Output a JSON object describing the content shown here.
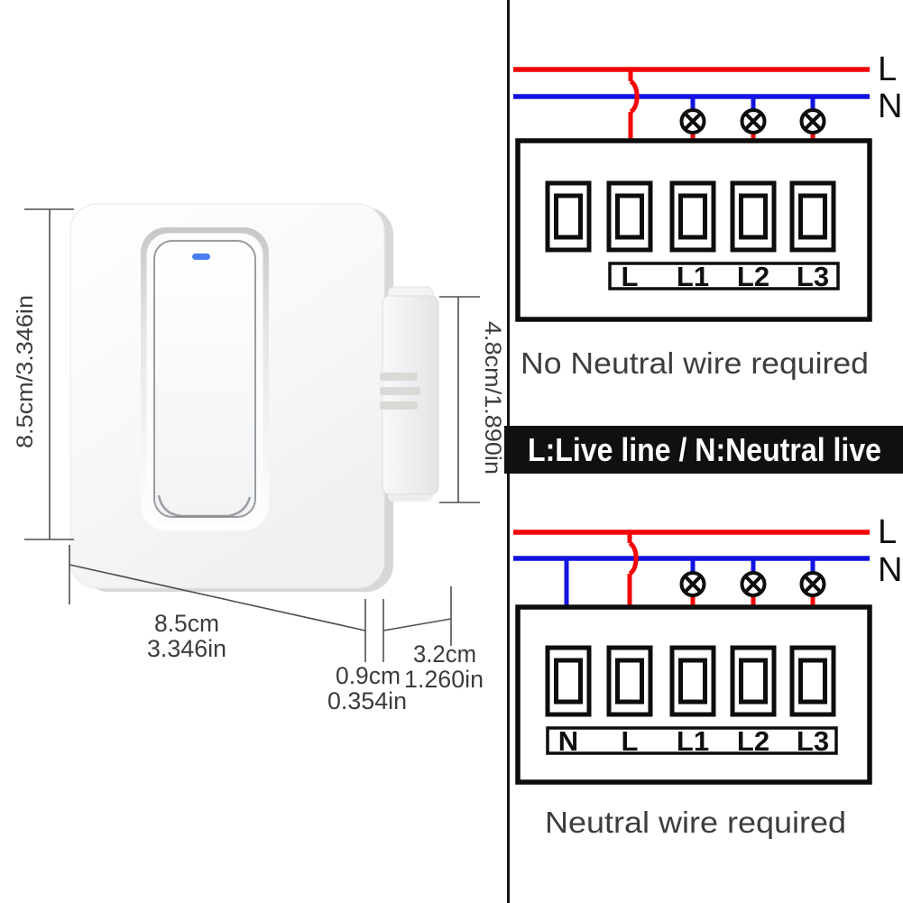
{
  "product": {
    "name": "smart wall switch",
    "dimensions": {
      "front_height": "8.5cm/3.346in",
      "front_width_cm": "8.5cm",
      "front_width_in": "3.346in",
      "plate_depth_cm": "0.9cm",
      "plate_depth_in": "0.354in",
      "box_depth_cm": "3.2cm",
      "box_depth_in": "1.260in",
      "box_height": "4.8cm/1.890in"
    },
    "led_color": "#4a7df0"
  },
  "legend": {
    "text": "L:Live line / N:Neutral live",
    "bg_color": "#101010",
    "fg_color": "#ffffff"
  },
  "diagram_no_neutral": {
    "live_label": "L",
    "neutral_label": "N",
    "terminal_labels": [
      "L",
      "L1",
      "L2",
      "L3"
    ],
    "lamp_count": 3,
    "caption": "No Neutral wire required"
  },
  "diagram_neutral": {
    "live_label": "L",
    "neutral_label": "N",
    "terminal_labels": [
      "N",
      "L",
      "L1",
      "L2",
      "L3"
    ],
    "lamp_count": 3,
    "caption": "Neutral wire required"
  },
  "colors": {
    "live_wire": "#f40404",
    "neutral_wire": "#1313e0",
    "outline": "#0d0d0d",
    "dim_lines": "#4f4f4f",
    "caption_text": "#3d3d3d"
  }
}
